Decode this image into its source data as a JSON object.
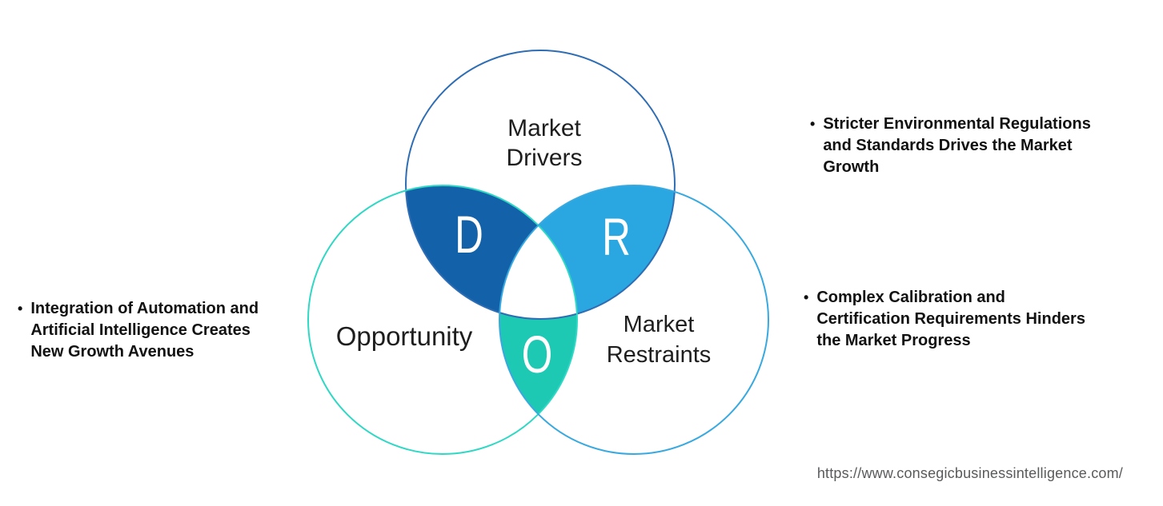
{
  "venn": {
    "drivers": {
      "label_lines": [
        "Market",
        "Drivers"
      ],
      "letter": "D"
    },
    "restraints": {
      "label_lines": [
        "Market",
        "Restraints"
      ],
      "letter": "R"
    },
    "opportunity": {
      "label_lines": [
        "Opportunity"
      ],
      "letter": "O"
    },
    "colors": {
      "drivers_overlap_fill": "#1361a9",
      "restraints_overlap_fill": "#2aa7e0",
      "opportunity_overlap_fill": "#1ec9b3",
      "center_fill": "#ffffff",
      "drivers_stroke": "#2e6db4",
      "opportunity_stroke": "#2fd8c4",
      "restraints_stroke": "#38a9e0",
      "letter_color": "#ffffff",
      "label_color": "#1e1e1e",
      "bullet_text_color": "#111111",
      "url_color": "#595a5c"
    }
  },
  "bullets": {
    "left": {
      "marker": "•",
      "lines": [
        "Integration of Automation and",
        "Artificial Intelligence Creates",
        "New Growth Avenues"
      ]
    },
    "right_top": {
      "marker": "•",
      "lines": [
        "Stricter Environmental Regulations",
        "and Standards Drives the Market",
        "Growth"
      ]
    },
    "right_bottom": {
      "marker": "•",
      "lines": [
        "Complex Calibration and",
        "Certification Requirements Hinders",
        "the Market Progress"
      ]
    }
  },
  "footer": {
    "url": "https://www.consegicbusinessintelligence.com/"
  }
}
